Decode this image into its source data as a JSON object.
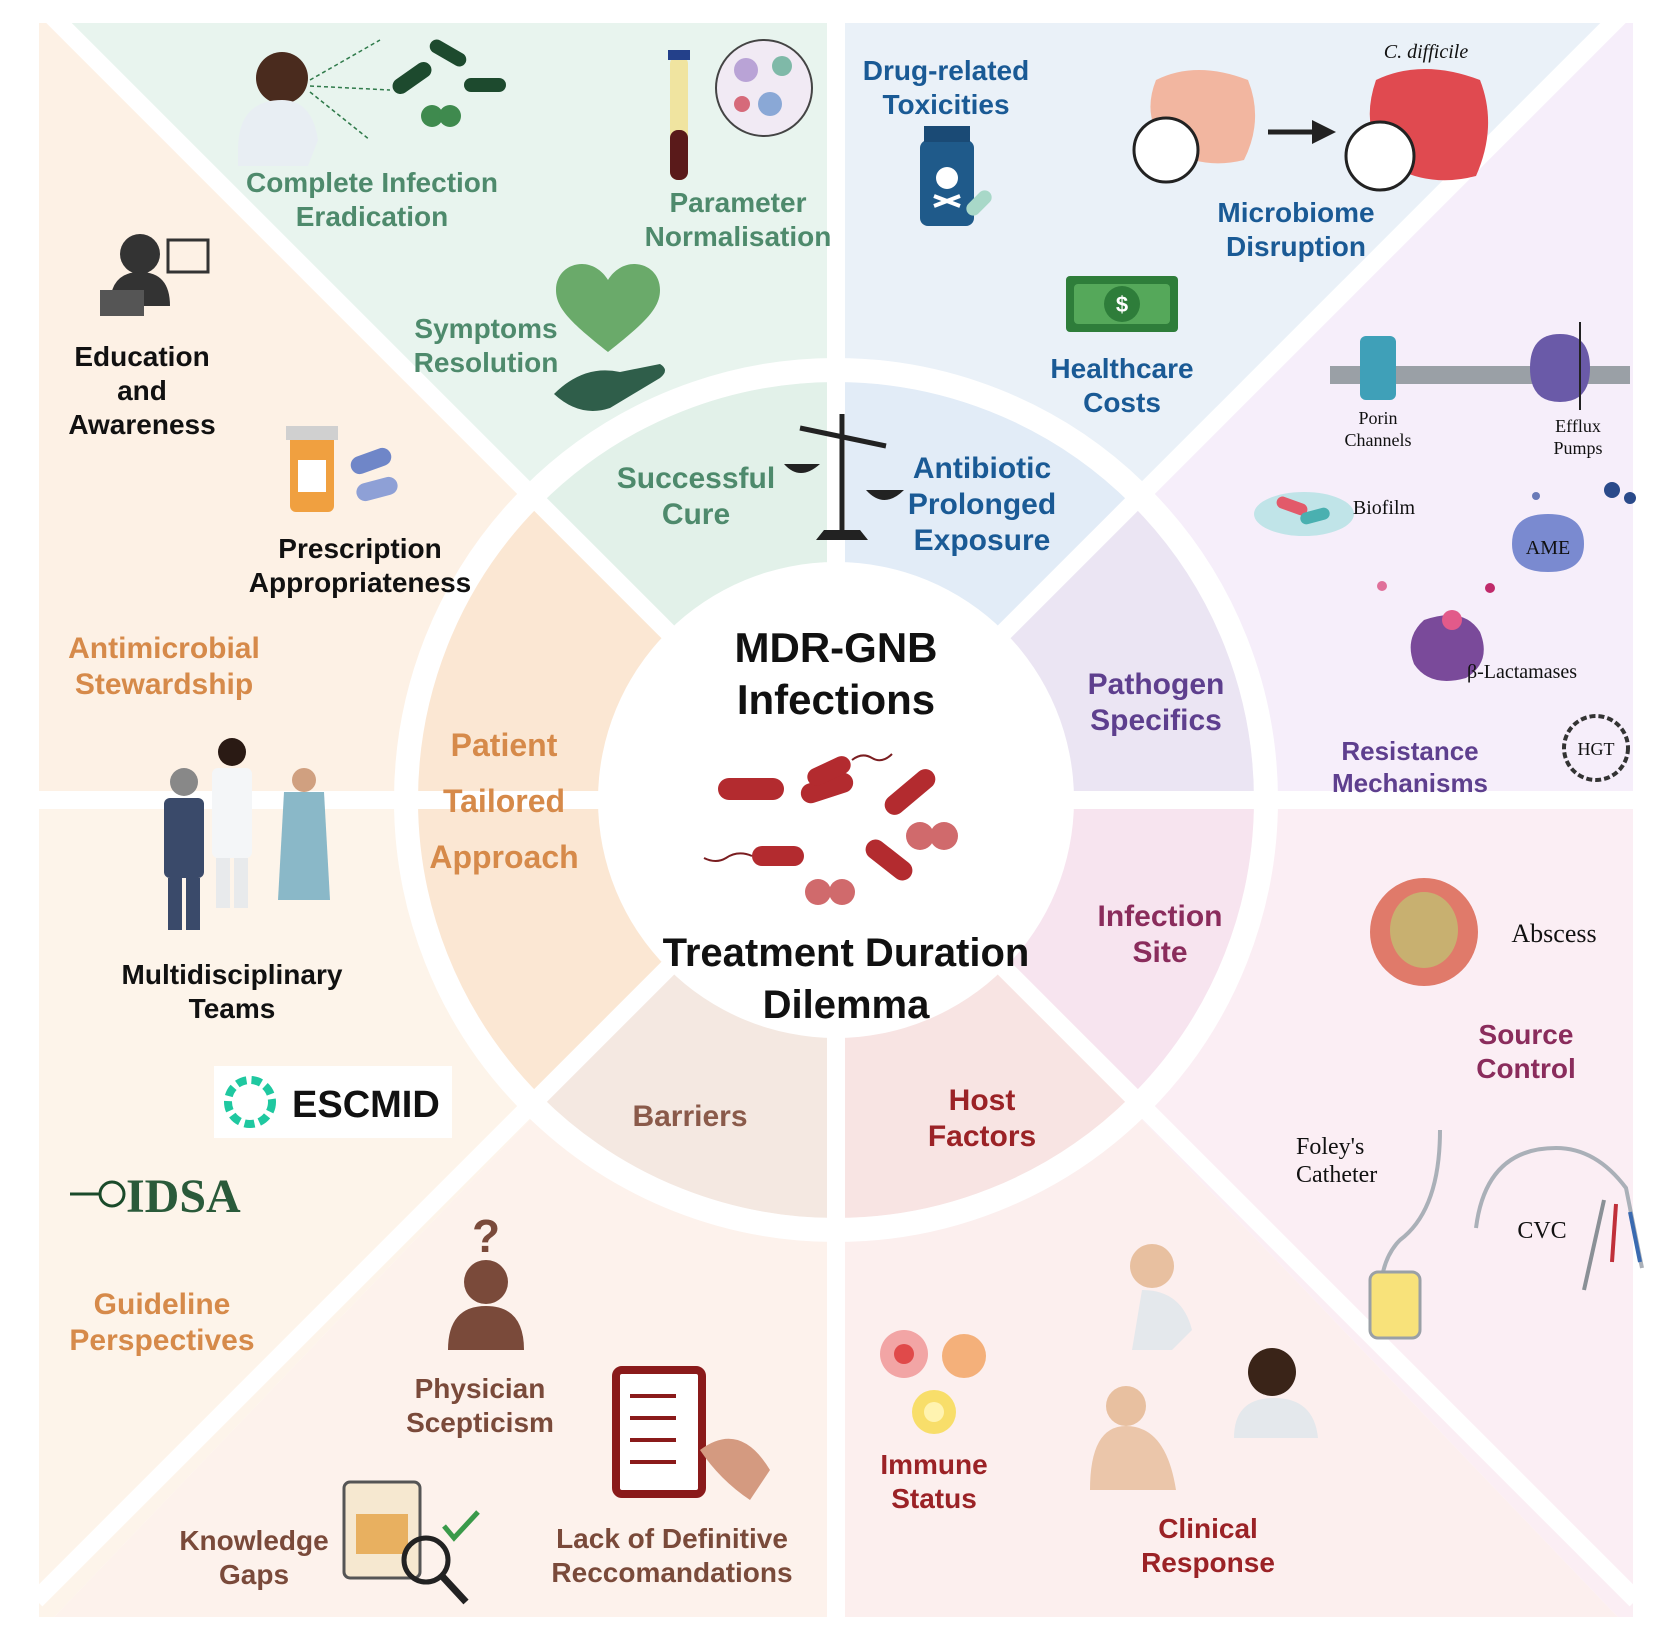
{
  "center": {
    "title_line1": "MDR-GNB",
    "title_line2": "Infections",
    "subtitle_line1": "Treatment Duration",
    "subtitle_line2": "Dilemma"
  },
  "inner_ring": {
    "successful_cure": [
      "Successful",
      "Cure"
    ],
    "antibiotic_exposure": [
      "Antibiotic",
      "Prolonged",
      "Exposure"
    ],
    "pathogen_specifics": [
      "Pathogen",
      "Specifics"
    ],
    "infection_site": [
      "Infection",
      "Site"
    ],
    "host_factors": [
      "Host",
      "Factors"
    ],
    "barriers": [
      "Barriers"
    ],
    "patient_tailored": [
      "Patient",
      "Tailored",
      "Approach"
    ]
  },
  "outer": {
    "complete_eradication": [
      "Complete Infection",
      "Eradication"
    ],
    "parameter_normalisation": [
      "Parameter",
      "Normalisation"
    ],
    "symptoms_resolution": [
      "Symptoms",
      "Resolution"
    ],
    "drug_toxicities": [
      "Drug-related",
      "Toxicities"
    ],
    "c_difficile": "C. difficile",
    "microbiome_disruption": [
      "Microbiome",
      "Disruption"
    ],
    "healthcare_costs": [
      "Healthcare",
      "Costs"
    ],
    "porin_channels": [
      "Porin",
      "Channels"
    ],
    "efflux_pumps": [
      "Efflux",
      "Pumps"
    ],
    "biofilm": "Biofilm",
    "ame": "AME",
    "beta_lactamases": "β-Lactamases",
    "hgt": "HGT",
    "resistance_mechanisms": [
      "Resistance",
      "Mechanisms"
    ],
    "abscess": "Abscess",
    "source_control": [
      "Source",
      "Control"
    ],
    "foley_catheter": [
      "Foley's",
      "Catheter"
    ],
    "cvc": "CVC",
    "immune_status": [
      "Immune",
      "Status"
    ],
    "clinical_response": [
      "Clinical",
      "Response"
    ],
    "physician_scepticism": [
      "Physician",
      "Scepticism"
    ],
    "knowledge_gaps": [
      "Knowledge",
      "Gaps"
    ],
    "lack_recommendations": [
      "Lack of Definitive",
      "Reccomandations"
    ],
    "guideline_perspectives": [
      "Guideline",
      "Perspectives"
    ],
    "escmid": "ESCMID",
    "idsa": "IDSA",
    "multidisciplinary_teams": [
      "Multidisciplinary",
      "Teams"
    ],
    "antimicrobial_stewardship": [
      "Antimicrobial",
      "Stewardship"
    ],
    "education_awareness": [
      "Education",
      "and",
      "Awareness"
    ],
    "prescription_appropriateness": [
      "Prescription",
      "Appropriateness"
    ]
  },
  "colors": {
    "green": "#4e8a6c",
    "blue": "#1a5a95",
    "purple": "#5e3f8e",
    "magenta": "#8a2c5c",
    "red": "#9b2226",
    "brown": "#7a4a3a",
    "orange": "#d68a4a",
    "black": "#111111"
  }
}
